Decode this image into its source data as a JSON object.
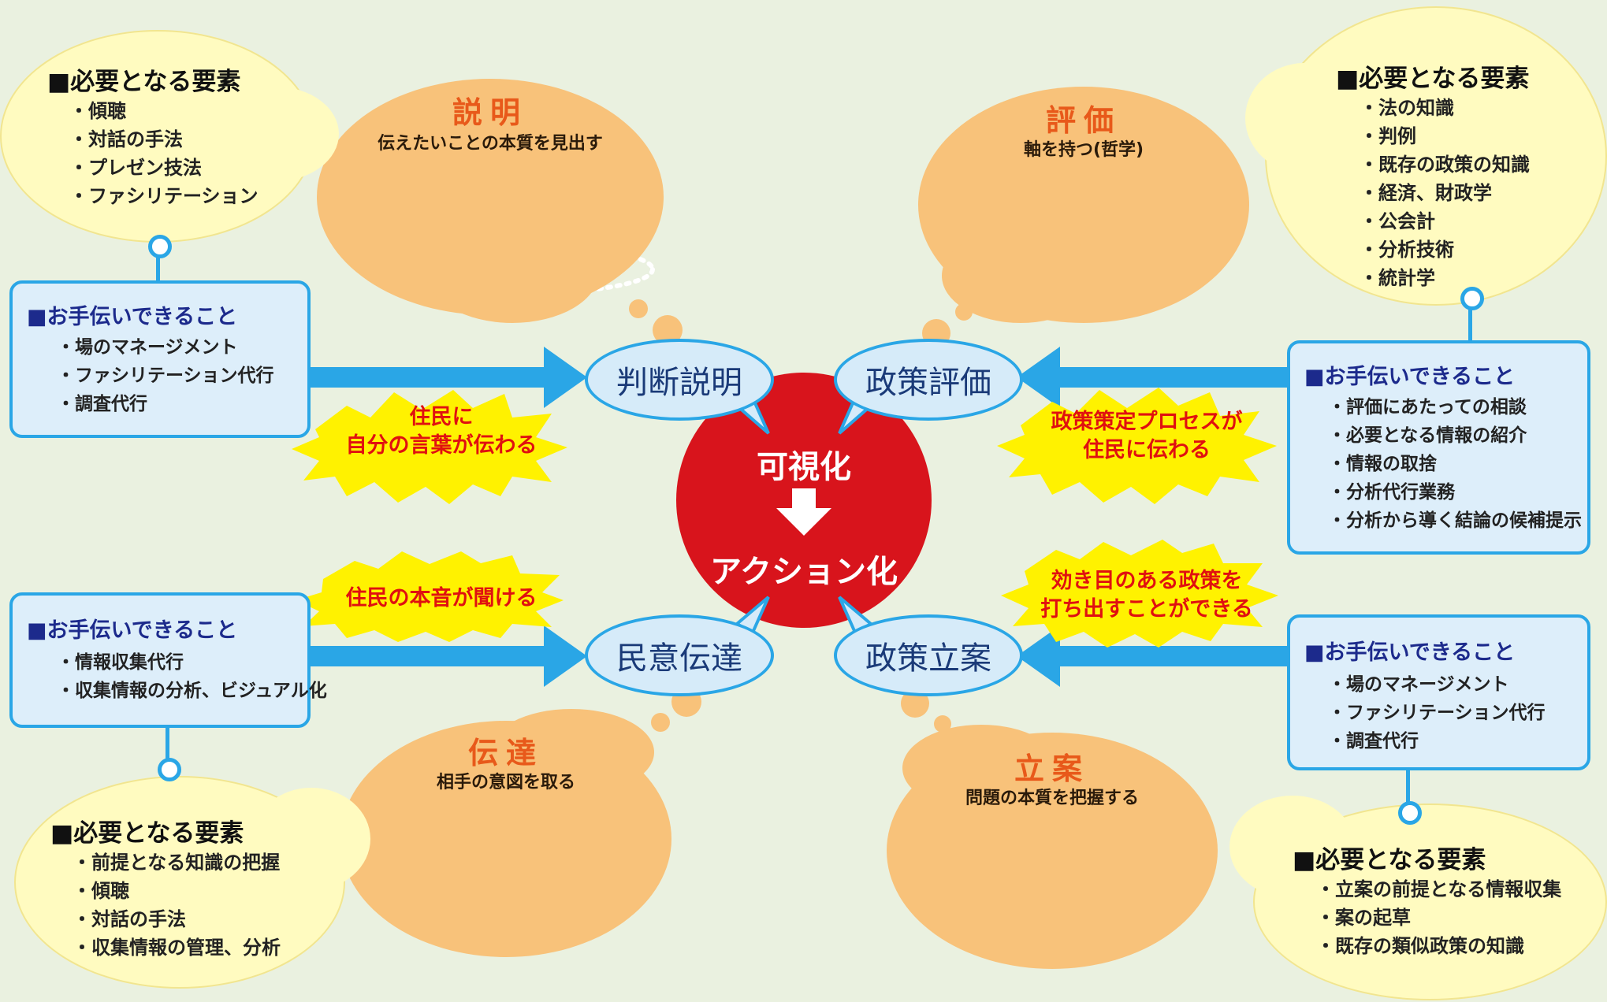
{
  "colors": {
    "background": "#eaf1e0",
    "cloud_orange": "#f8c27a",
    "cloud_title_orange": "#e8591a",
    "requirement_yellow": "#fffbc0",
    "help_blue": "#2aa6e6",
    "help_fill": "#ddeefa",
    "help_title_navy": "#1c2a8c",
    "center_red": "#d8141c",
    "burst_yellow": "#fff200",
    "burst_text_red": "#e01010"
  },
  "center": {
    "top": "可視化",
    "bottom": "アクション化",
    "arrow_icon": "down-arrow-icon"
  },
  "speech": {
    "top_left": "判断説明",
    "top_right": "政策評価",
    "bottom_left": "民意伝達",
    "bottom_right": "政策立案"
  },
  "clouds": {
    "setsumei": {
      "title": "説明",
      "subtitle": "伝えたいことの本質を見出す",
      "icon": "group-presentation-icon"
    },
    "hyoka": {
      "title": "評価",
      "subtitle": "軸を持つ(哲学)",
      "icon": "thinking-person-icon"
    },
    "dentatsu": {
      "title": "伝達",
      "subtitle": "相手の意図を取る",
      "icon": "listening-ear-icon"
    },
    "ritsuan": {
      "title": "立案",
      "subtitle": "問題の本質を把握する",
      "icon": "person-writing-icon"
    }
  },
  "requirements": {
    "top_left": {
      "title": "■必要となる要素",
      "items": [
        "・傾聴",
        "・対話の手法",
        "・プレゼン技法",
        "・ファシリテーション"
      ]
    },
    "top_right": {
      "title": "■必要となる要素",
      "items": [
        "・法の知識",
        "・判例",
        "・既存の政策の知識",
        "・経済、財政学",
        "・公会計",
        "・分析技術",
        "・統計学"
      ]
    },
    "bottom_left": {
      "title": "■必要となる要素",
      "items": [
        "・前提となる知識の把握",
        "・傾聴",
        "・対話の手法",
        "・収集情報の管理、分析"
      ]
    },
    "bottom_right": {
      "title": "■必要となる要素",
      "items": [
        "・立案の前提となる情報収集",
        "・案の起草",
        "・既存の類似政策の知識"
      ]
    }
  },
  "help": {
    "top_left": {
      "title": "■お手伝いできること",
      "items": [
        "・場のマネージメント",
        "・ファシリテーション代行",
        "・調査代行"
      ]
    },
    "top_right": {
      "title": "■お手伝いできること",
      "items": [
        "・評価にあたっての相談",
        "・必要となる情報の紹介",
        "・情報の取捨",
        "・分析代行業務",
        "・分析から導く結論の候補提示"
      ]
    },
    "bottom_left": {
      "title": "■お手伝いできること",
      "items": [
        "・情報収集代行",
        "・収集情報の分析、ビジュアル化"
      ]
    },
    "bottom_right": {
      "title": "■お手伝いできること",
      "items": [
        "・場のマネージメント",
        "・ファシリテーション代行",
        "・調査代行"
      ]
    }
  },
  "bursts": {
    "top_left": [
      "住民に",
      "自分の言葉が伝わる"
    ],
    "top_right": [
      "政策策定プロセスが",
      "住民に伝わる"
    ],
    "bottom_left": [
      "住民の本音が聞ける"
    ],
    "bottom_right": [
      "効き目のある政策を",
      "打ち出すことができる"
    ]
  }
}
